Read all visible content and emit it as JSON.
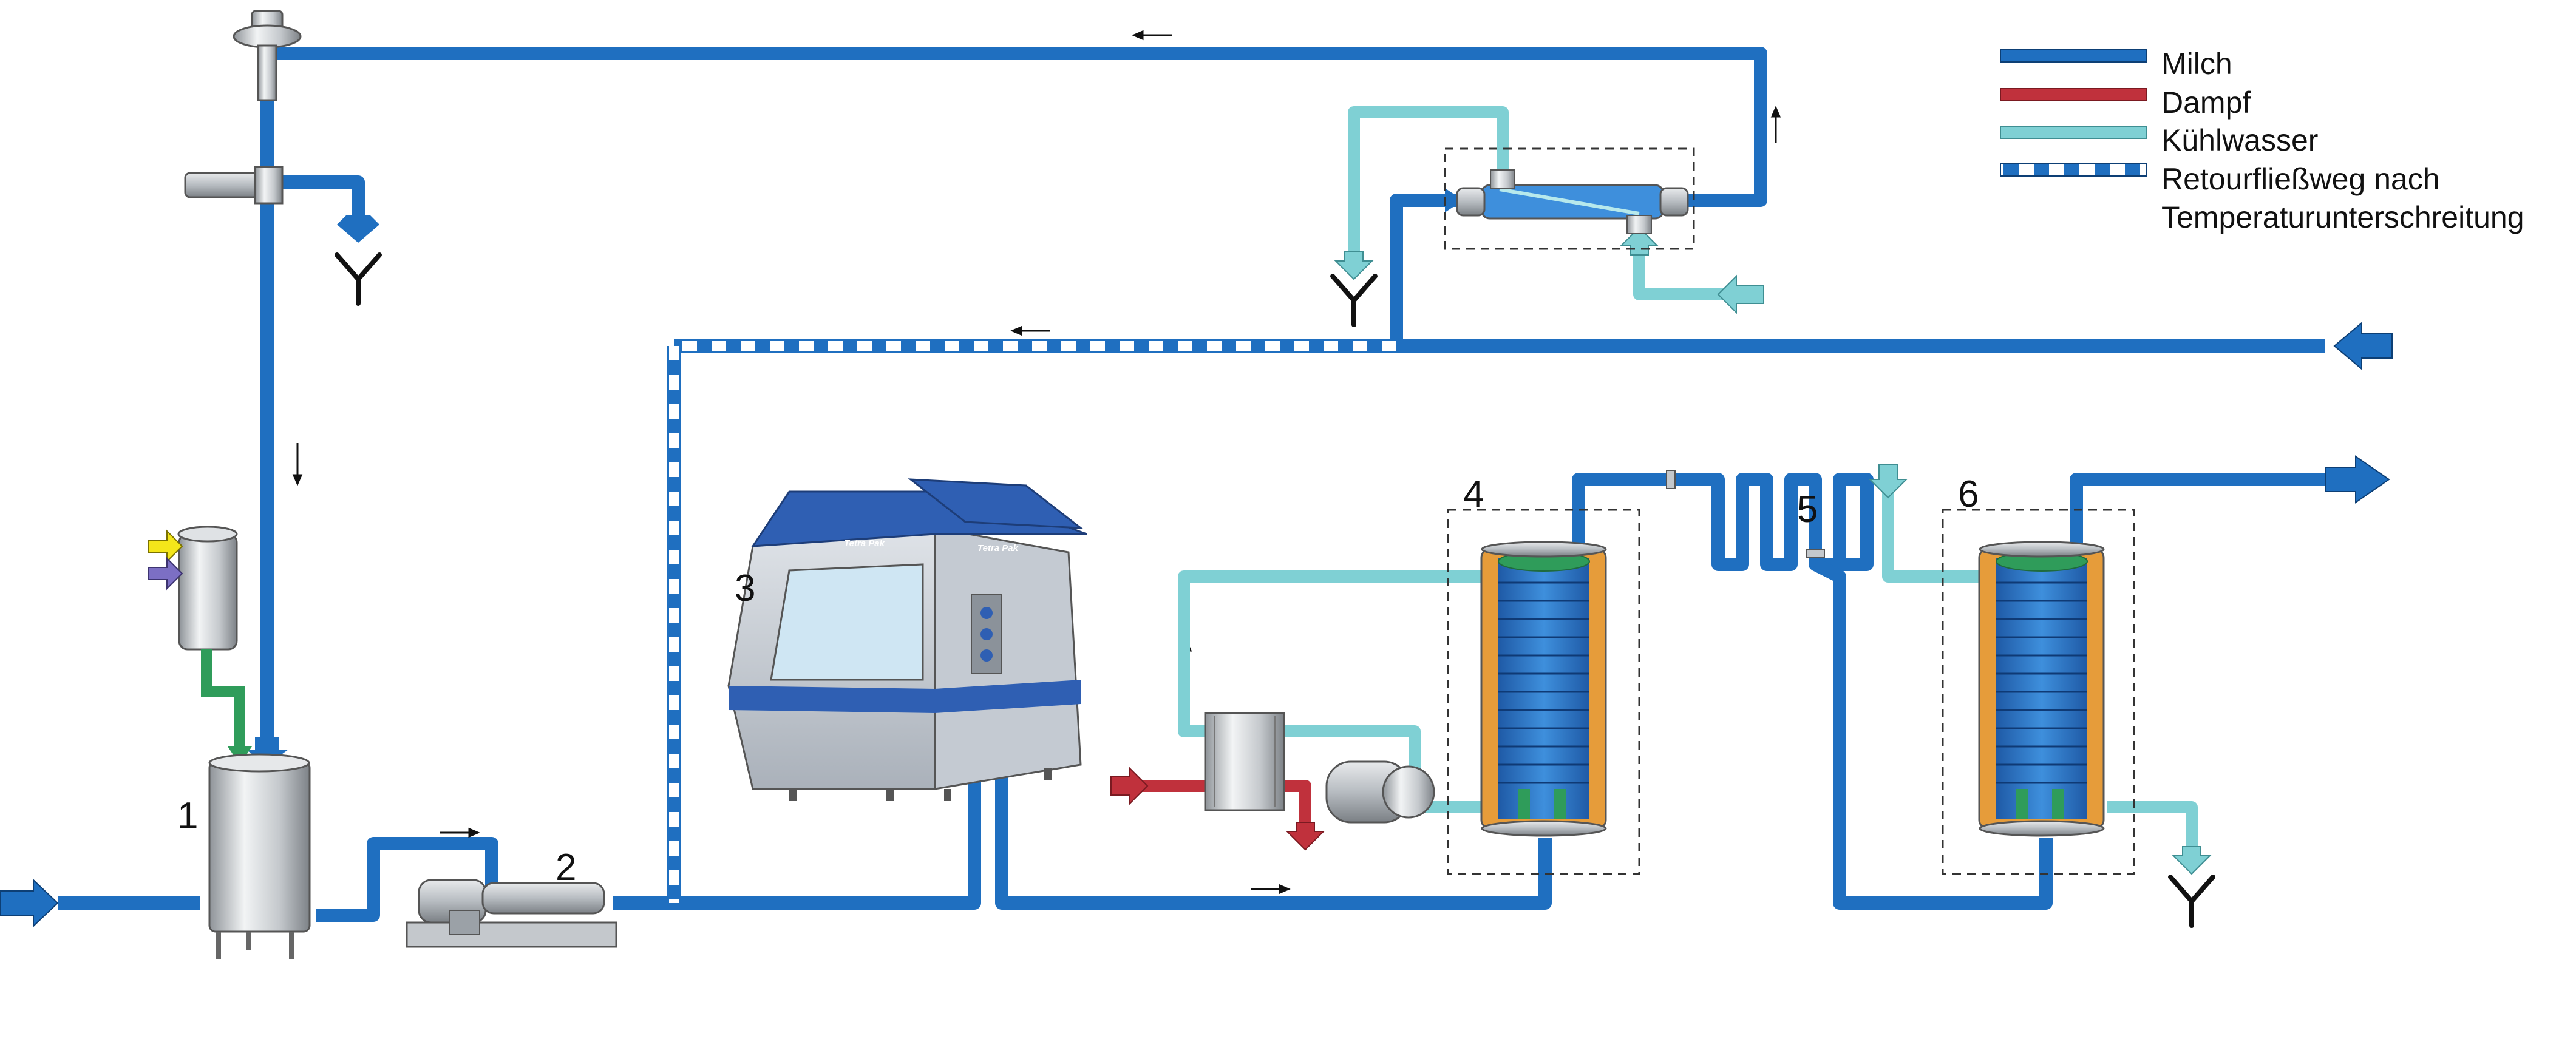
{
  "legend": {
    "milk": "Milch",
    "steam": "Dampf",
    "cooling_water": "Kühlwasser",
    "return_line_1": "Retourfließweg nach",
    "return_line_2": "Temperaturunterschreitung"
  },
  "labels": {
    "tank": "1",
    "pump": "2",
    "homogenizer": "3",
    "heater": "4",
    "holding_tube": "5",
    "cooler": "6"
  },
  "brand": {
    "machine_logo_1": "Tetra Pak",
    "machine_logo_2": "Tetra Pak"
  },
  "colors": {
    "milk": "#1f6fc0",
    "steam": "#c0313c",
    "cooling_water": "#7fd0d4",
    "product_inlet": "#2f9c5a",
    "yellow_input": "#f4e61a",
    "purple_input": "#7c6fc4"
  }
}
